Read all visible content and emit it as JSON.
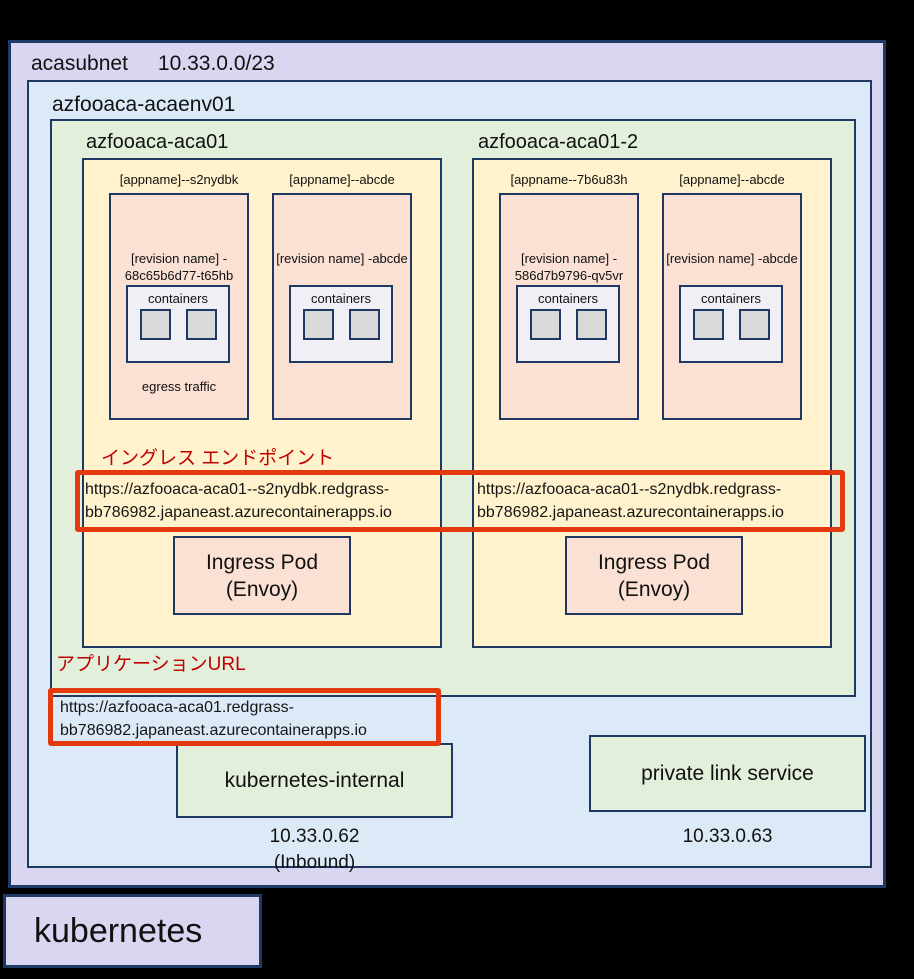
{
  "subnet": {
    "title": "acasubnet",
    "cidr": "10.33.0.0/23"
  },
  "environment": {
    "title": "azfooaca-acaenv01"
  },
  "apps": [
    {
      "title": "azfooaca-aca01",
      "pods": [
        {
          "app_label": "[appname]--s2nydbk",
          "revision_line1": "[revision name] -",
          "revision_line2": "68c65b6d77-t65hb",
          "containers_label": "containers",
          "footer": "egress traffic"
        },
        {
          "app_label": "[appname]--abcde",
          "revision_line1": "[revision name] -abcde",
          "revision_line2": "",
          "containers_label": "containers",
          "footer": ""
        }
      ],
      "ingress_url_line1": "https://azfooaca-aca01--s2nydbk.redgrass-",
      "ingress_url_line2": "bb786982.japaneast.azurecontainerapps.io",
      "ingress_pod_line1": "Ingress Pod",
      "ingress_pod_line2": "(Envoy)"
    },
    {
      "title": "azfooaca-aca01-2",
      "pods": [
        {
          "app_label": "[appname--7b6u83h",
          "revision_line1": "[revision name] -",
          "revision_line2": "586d7b9796-qv5vr",
          "containers_label": "containers",
          "footer": ""
        },
        {
          "app_label": "[appname]--abcde",
          "revision_line1": "[revision name] -abcde",
          "revision_line2": "",
          "containers_label": "containers",
          "footer": ""
        }
      ],
      "ingress_url_line1": "https://azfooaca-aca01--s2nydbk.redgrass-",
      "ingress_url_line2": "bb786982.japaneast.azurecontainerapps.io",
      "ingress_pod_line1": "Ingress Pod",
      "ingress_pod_line2": "(Envoy)"
    }
  ],
  "ingress_endpoint_label": "イングレス エンドポイント",
  "application_url_label": "アプリケーションURL",
  "application_url_line1": "https://azfooaca-aca01.redgrass-",
  "application_url_line2": "bb786982.japaneast.azurecontainerapps.io",
  "kubernetes_internal": {
    "label": "kubernetes-internal",
    "ip": "10.33.0.62",
    "ip_note": "(Inbound)"
  },
  "private_link": {
    "label": "private link service",
    "ip": "10.33.0.63"
  },
  "kubernetes_label": "kubernetes",
  "colors": {
    "border_navy": "#1F3864",
    "highlight_red": "#E2390F",
    "label_red": "#C00000",
    "subnet_bg": "#D8D6F0",
    "env_bg": "#DCE9F7",
    "group_bg": "#E2EFDA",
    "app_bg": "#FFF2CC",
    "pod_bg": "#FAE1D3",
    "containers_bg": "#EFEFF5",
    "square_bg": "#D9D9D9"
  }
}
